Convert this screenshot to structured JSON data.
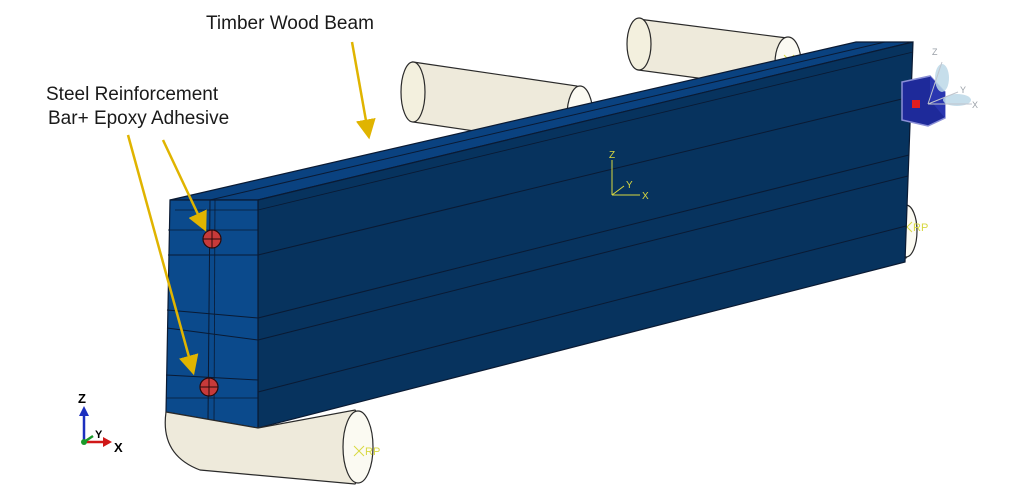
{
  "annotations": {
    "beam_label": "Timber Wood Beam",
    "reinforcement_label_line1": "Steel Reinforcement",
    "reinforcement_label_line2": "Bar+ Epoxy Adhesive"
  },
  "reference_points": {
    "rp_label": "RP"
  },
  "local_axes": {
    "z": "Z",
    "y": "Y",
    "x": "X"
  },
  "triad": {
    "z": "Z",
    "y": "Y",
    "x": "X"
  },
  "view_cube": {
    "z": "Z",
    "y": "Y",
    "x": "X"
  },
  "colors": {
    "beam_front": "#0b4a8c",
    "beam_side": "#07335e",
    "beam_top": "#0a4280",
    "roller": "#f3f0de",
    "arrow": "#e0b400",
    "rebar": "#c73a3a"
  }
}
